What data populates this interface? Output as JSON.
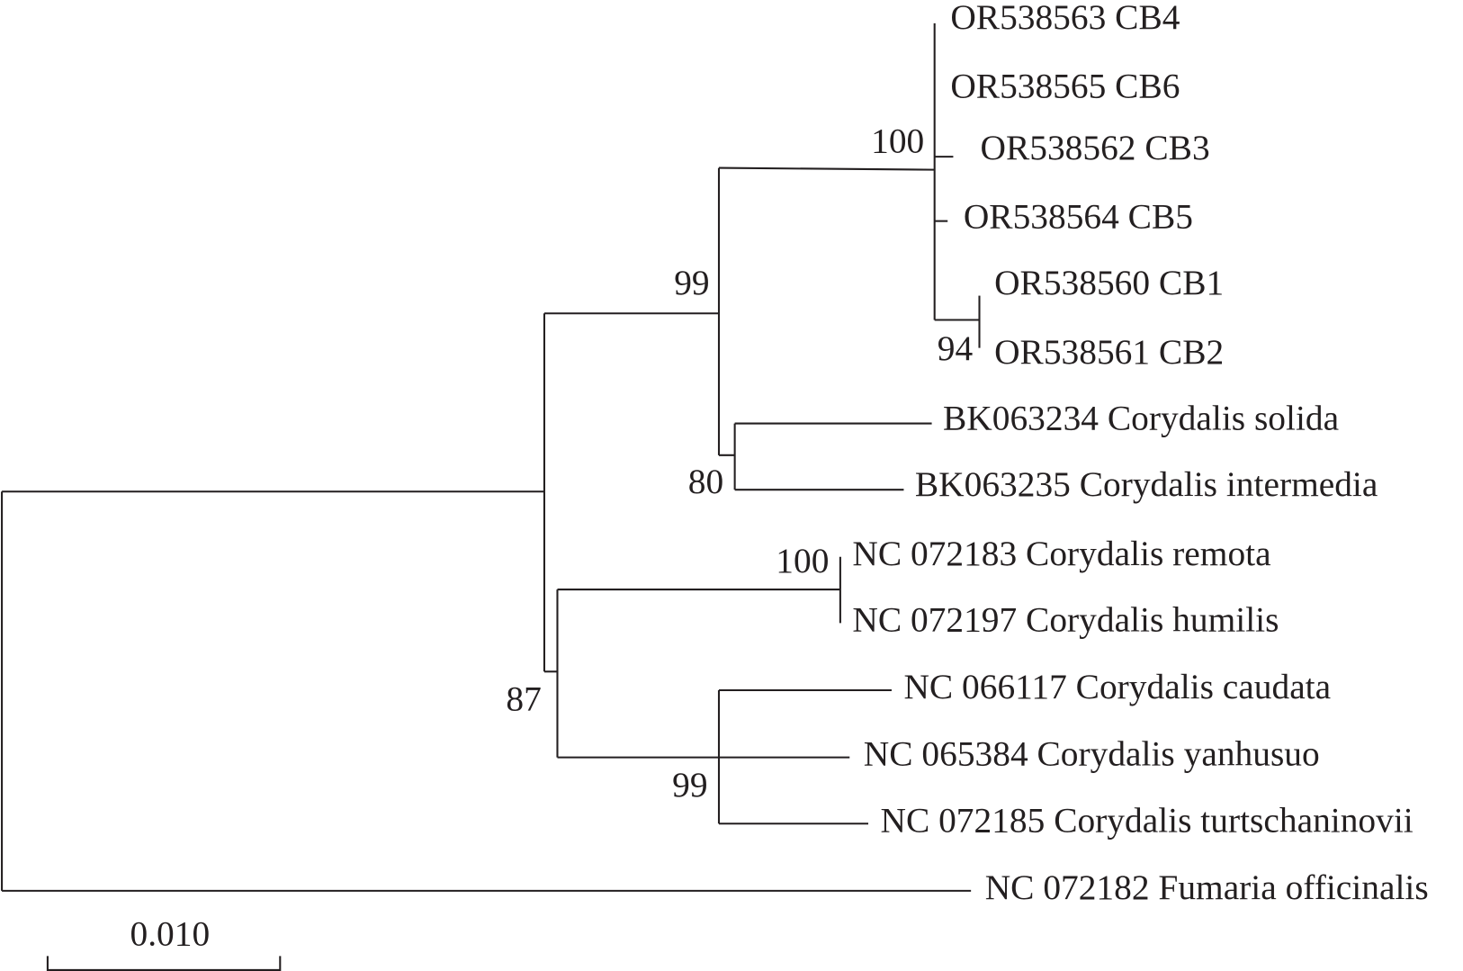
{
  "tree": {
    "taxa": [
      "OR538563 CB4",
      "OR538565 CB6",
      "OR538562 CB3",
      "OR538564 CB5",
      "OR538560 CB1",
      "OR538561 CB2",
      "BK063234 Corydalis solida",
      "BK063235 Corydalis intermedia",
      "NC 072183 Corydalis remota",
      "NC 072197 Corydalis humilis",
      "NC 066117 Corydalis caudata",
      "NC 065384 Corydalis yanhusuo",
      "NC 072185 Corydalis turtschaninovii",
      "NC 072182 Fumaria officinalis"
    ],
    "bootstrap": [
      "100",
      "99",
      "94",
      "80",
      "100",
      "87",
      "99"
    ],
    "scale_bar": {
      "label": "0.010",
      "value": 0.01
    },
    "line_color": "#231f20"
  }
}
